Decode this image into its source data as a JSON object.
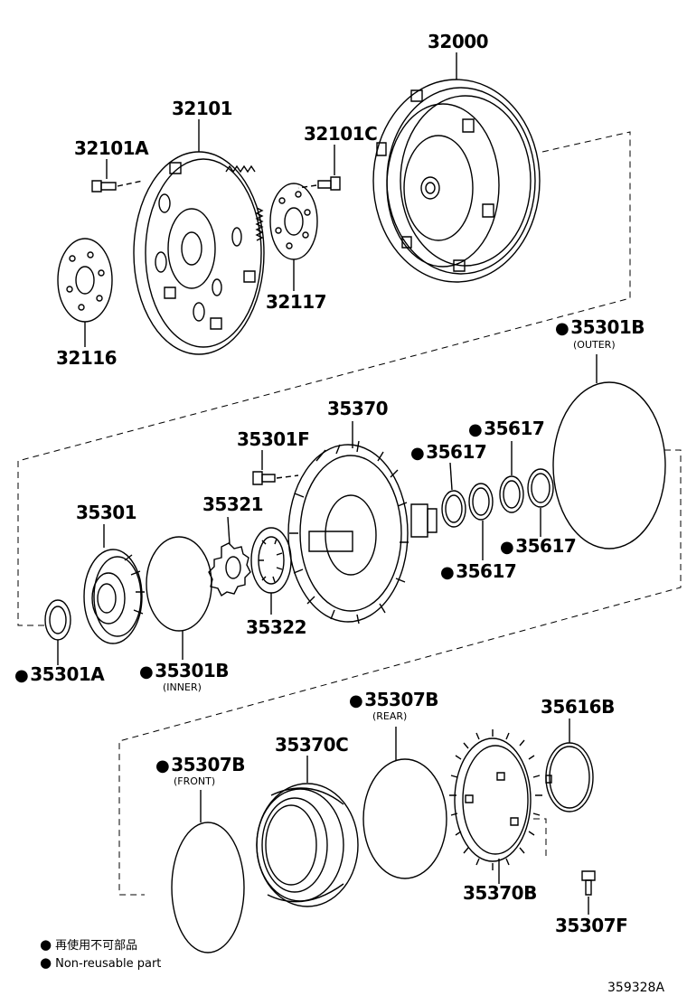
{
  "parts": {
    "p32000": "32000",
    "p32101": "32101",
    "p32101A": "32101A",
    "p32101C": "32101C",
    "p32117": "32117",
    "p32116": "32116",
    "p35301B_outer": "35301B",
    "p35301B_outer_sub": "(OUTER)",
    "p35370": "35370",
    "p35301F": "35301F",
    "p35617_a": "35617",
    "p35617_b": "35617",
    "p35617_c": "35617",
    "p35617_d": "35617",
    "p35301": "35301",
    "p35321": "35321",
    "p35322": "35322",
    "p35301A": "35301A",
    "p35301B_inner": "35301B",
    "p35301B_inner_sub": "(INNER)",
    "p35307B_rear": "35307B",
    "p35307B_rear_sub": "(REAR)",
    "p35616B": "35616B",
    "p35370C": "35370C",
    "p35307B_front": "35307B",
    "p35307B_front_sub": "(FRONT)",
    "p35370B": "35370B",
    "p35307F": "35307F"
  },
  "legend": {
    "jp": "再使用不可部品",
    "en": "Non-reusable part"
  },
  "figure_id": "359328A"
}
